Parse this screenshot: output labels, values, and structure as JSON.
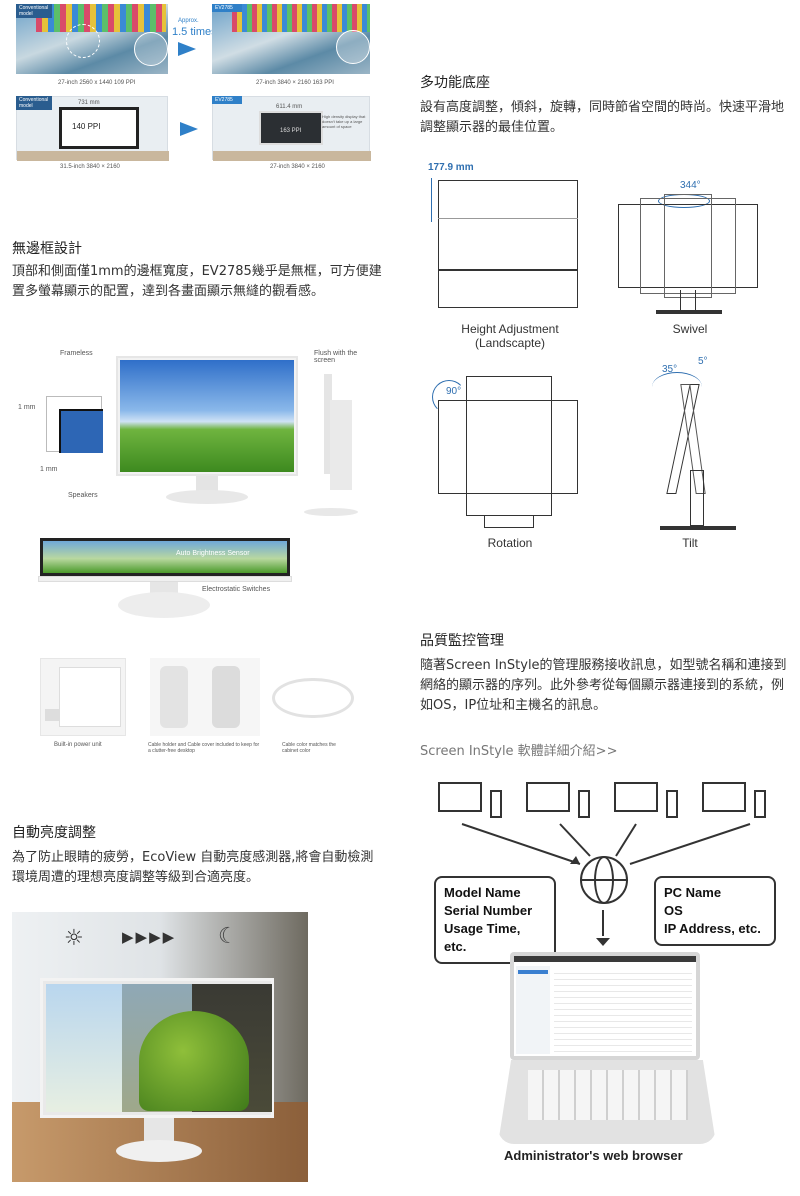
{
  "pixel_density": {
    "left_top_badge": "Conventional model",
    "approx_label": "Approx.",
    "times_label": "1.5 times",
    "right_top_badge": "EV2785",
    "left_caption": "27-inch 2560 x 1440 109 PPI",
    "right_caption": "27-inch 3840 × 2160 163 PPI",
    "left_bottom_badge": "Conventional model",
    "left_width": "731 mm",
    "left_ppi": "140 PPI",
    "right_bottom_badge": "EV2785",
    "right_width": "611.4 mm",
    "right_ppi": "163 PPI",
    "right_note": "High density display that doesn't take up a large amount of space",
    "left_size_caption": "31.5-inch 3840 × 2160",
    "right_size_caption": "27-inch 3840 × 2160"
  },
  "frameless": {
    "title": "無邊框設計",
    "body": "頂部和側面僅1mm的邊框寬度，EV2785幾乎是無框，可方便建置多螢幕顯示的配置，達到各畫面顯示無縫的觀看感。",
    "label_frameless": "Frameless",
    "label_flush": "Flush with the screen",
    "label_1mm_a": "1 mm",
    "label_1mm_b": "1 mm",
    "label_speakers": "Speakers",
    "label_auto_brightness": "Auto Brightness Sensor",
    "label_switches": "Electrostatic Switches",
    "label_power": "Built-in power unit",
    "label_cable_holder": "Cable holder and Cable cover included to keep for a clutter-free desktop",
    "label_cable_color": "Cable color matches the cabinet color"
  },
  "auto_brightness": {
    "title": "自動亮度調整",
    "body": "為了防止眼睛的疲勞，EcoView 自動亮度感測器,將會自動檢測環境周遭的理想亮度調整等級到合適亮度。"
  },
  "stand": {
    "title": "多功能底座",
    "body": "設有高度調整，傾斜，旋轉，同時節省空間的時尚。快速平滑地調整顯示器的最佳位置。",
    "height_value": "177.9 mm",
    "height_label": "Height Adjustment (Landscapte)",
    "swivel_value": "344°",
    "swivel_label": "Swivel",
    "rotation_value": "90°",
    "rotation_label": "Rotation",
    "tilt_value_a": "35°",
    "tilt_value_b": "5°",
    "tilt_label": "Tilt"
  },
  "management": {
    "title": "品質監控管理",
    "body": "隨著Screen InStyle的管理服務接收訊息，如型號名稱和連接到網絡的顯示器的序列。此外參考從每個顯示器連接到的系統，例如OS，IP位址和主機名的訊息。",
    "link": "Screen InStyle 軟體詳細介紹>>",
    "callout_left": [
      "Model Name",
      "Serial Number",
      "Usage Time, etc."
    ],
    "callout_right": [
      "PC Name",
      "OS",
      "IP Address, etc."
    ],
    "browser_label": "Administrator's web browser"
  },
  "colors": {
    "accent": "#2f80c8",
    "text": "#333333"
  }
}
